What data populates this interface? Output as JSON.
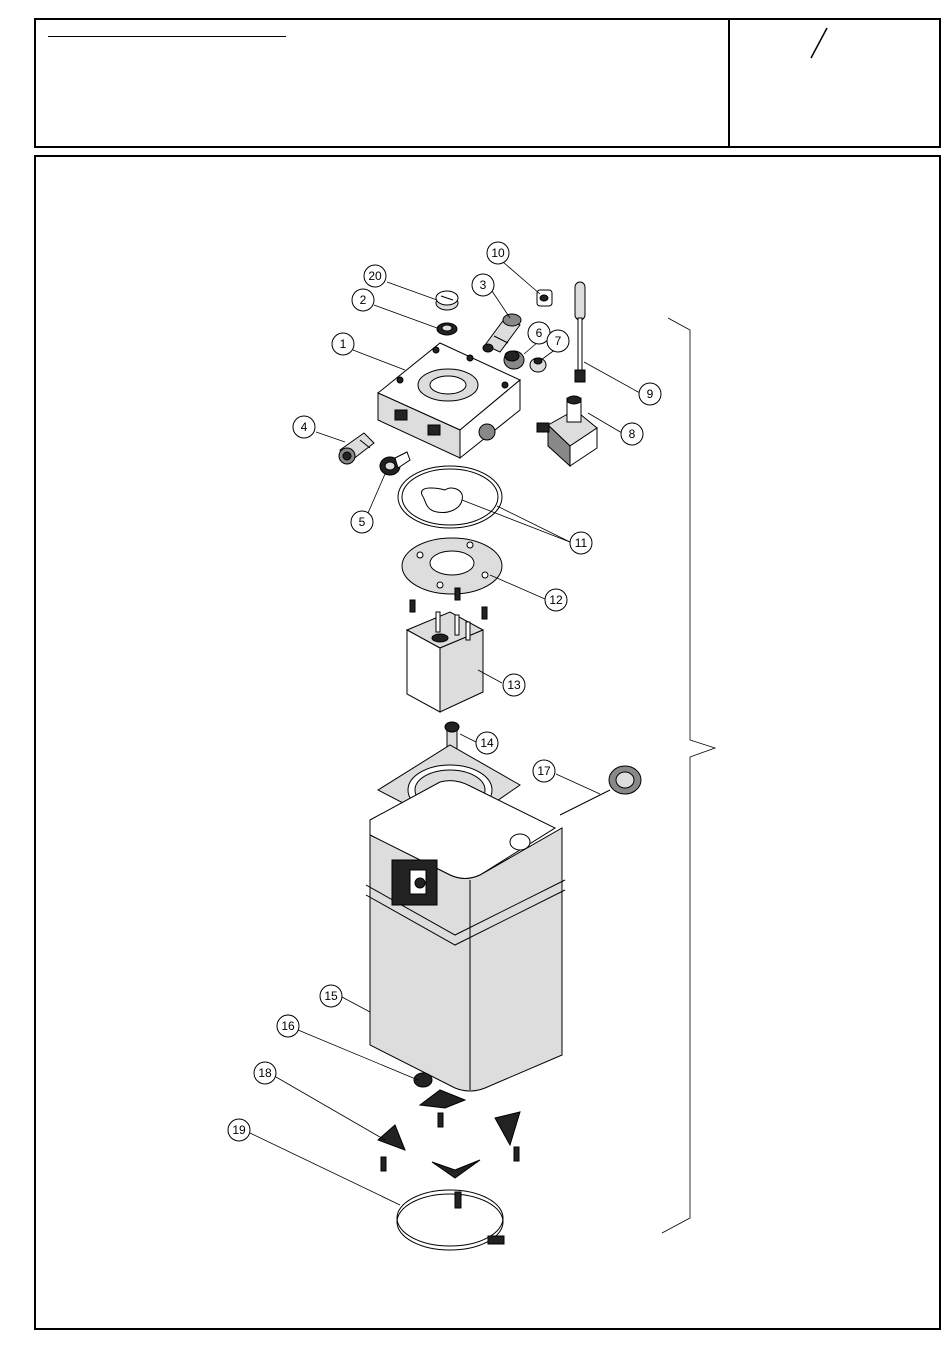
{
  "header": {
    "title": "",
    "page_indicator": "/"
  },
  "callouts": [
    {
      "id": "1",
      "label": "1"
    },
    {
      "id": "2",
      "label": "2"
    },
    {
      "id": "3",
      "label": "3"
    },
    {
      "id": "4",
      "label": "4"
    },
    {
      "id": "5",
      "label": "5"
    },
    {
      "id": "6",
      "label": "6"
    },
    {
      "id": "7",
      "label": "7"
    },
    {
      "id": "8",
      "label": "8"
    },
    {
      "id": "9",
      "label": "9"
    },
    {
      "id": "10",
      "label": "10"
    },
    {
      "id": "11",
      "label": "11"
    },
    {
      "id": "12",
      "label": "12"
    },
    {
      "id": "13",
      "label": "13"
    },
    {
      "id": "14",
      "label": "14"
    },
    {
      "id": "15",
      "label": "15"
    },
    {
      "id": "16",
      "label": "16"
    },
    {
      "id": "17",
      "label": "17"
    },
    {
      "id": "18",
      "label": "18"
    },
    {
      "id": "19",
      "label": "19"
    },
    {
      "id": "20",
      "label": "20"
    }
  ]
}
